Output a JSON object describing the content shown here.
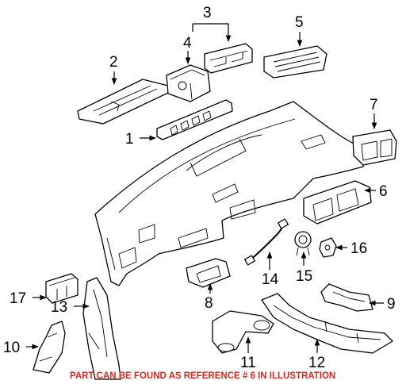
{
  "callouts": {
    "c1": "1",
    "c2": "2",
    "c3": "3",
    "c4": "4",
    "c5": "5",
    "c6": "6",
    "c7": "7",
    "c8": "8",
    "c9": "9",
    "c10": "10",
    "c11": "11",
    "c12": "12",
    "c13": "13",
    "c14": "14",
    "c15": "15",
    "c16": "16",
    "c17": "17"
  },
  "footer_note": "PART CAN BE FOUND AS REFERENCE # 6 IN ILLUSTRATION",
  "colors": {
    "lines": "#000000",
    "note": "#e0261b",
    "background": "#ffffff"
  }
}
